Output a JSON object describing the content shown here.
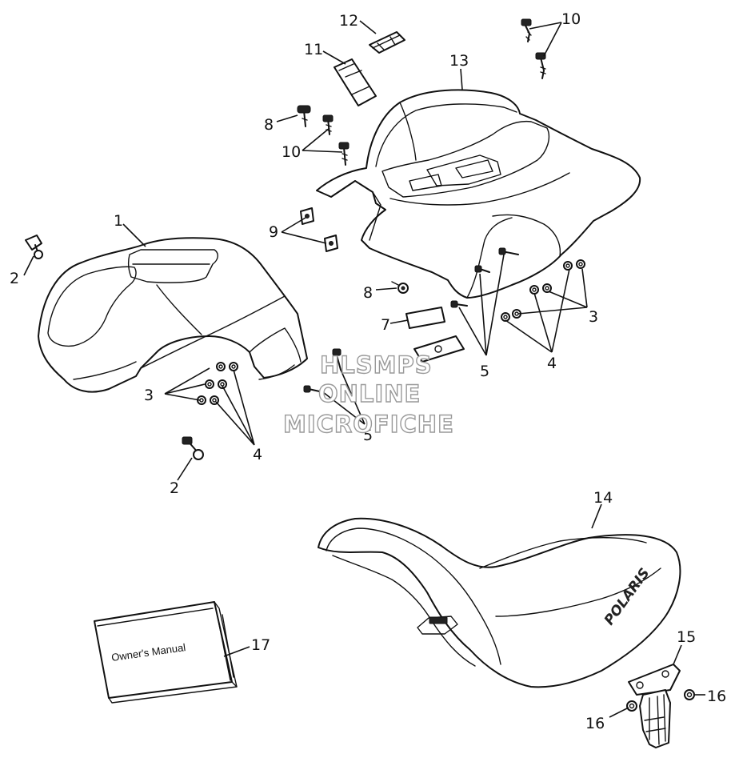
{
  "diagram": {
    "callouts": {
      "c1": "1",
      "c2a": "2",
      "c2b": "2",
      "c3a": "3",
      "c3b": "3",
      "c4a": "4",
      "c4b": "4",
      "c5a": "5",
      "c5b": "5",
      "c7": "7",
      "c8a": "8",
      "c8b": "8",
      "c9": "9",
      "c10a": "10",
      "c10b": "10",
      "c11": "11",
      "c12": "12",
      "c13": "13",
      "c14": "14",
      "c15": "15",
      "c16a": "16",
      "c16b": "16",
      "c17": "17"
    },
    "manual_cover": "Owner's Manual",
    "seat_logo": "POLARIS",
    "watermark": [
      "HLSMPS",
      "ONLINE",
      "MICROFICHE"
    ]
  }
}
